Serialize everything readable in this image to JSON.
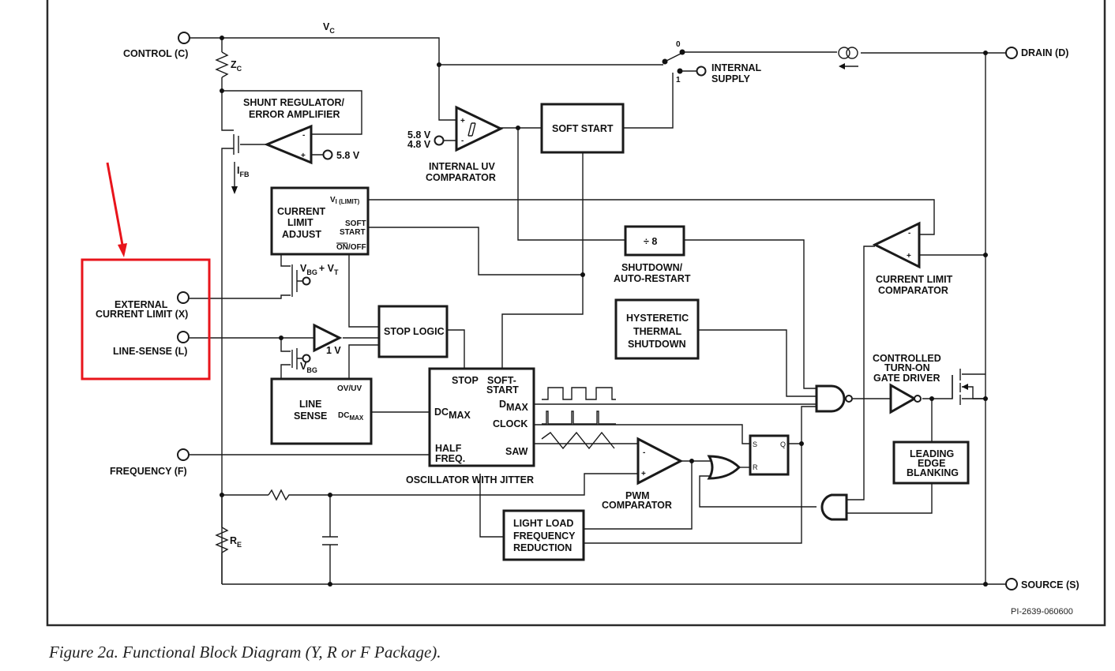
{
  "figure": {
    "caption": "Figure 2a. Functional Block Diagram (Y, R or F Package).",
    "part_number": "PI-2639-060600"
  },
  "pins": {
    "control": "CONTROL (C)",
    "drain": "DRAIN (D)",
    "source": "SOURCE (S)",
    "external_current_limit": "EXTERNAL",
    "external_current_limit_2": "CURRENT LIMIT (X)",
    "line_sense": "LINE-SENSE (L)",
    "frequency": "FREQUENCY (F)"
  },
  "nets": {
    "vc": "V",
    "vc_sub": "C",
    "zc": "Z",
    "zc_sub": "C",
    "ifb": "I",
    "ifb_sub": "FB",
    "re": "R",
    "re_sub": "E"
  },
  "blocks": {
    "shunt_regulator": [
      "SHUNT REGULATOR/",
      "ERROR AMPLIFIER"
    ],
    "shunt_ref": "5.8 V",
    "uv_ref_high": "5.8 V",
    "uv_ref_low": "4.8 V",
    "uv_comparator": [
      "INTERNAL UV",
      "COMPARATOR"
    ],
    "soft_start": "SOFT START",
    "internal_supply": [
      "INTERNAL",
      "SUPPLY"
    ],
    "switch_pos_0": "0",
    "switch_pos_1": "1",
    "current_limit_adjust": [
      "CURRENT",
      "LIMIT",
      "ADJUST"
    ],
    "cla_vilimit": "V",
    "cla_vilimit_sub": "I (LIMIT)",
    "cla_soft": "SOFT",
    "cla_start": "START",
    "cla_onoff": "ON/OFF",
    "vbg_vt": "V",
    "vbg_vt_sub": "BG",
    "vbg_vt_plus": "+ V",
    "vbg_vt_sub2": "T",
    "vbg": "V",
    "vbg_sub": "BG",
    "one_volt": "1 V",
    "divide8": "÷ 8",
    "shutdown_restart": [
      "SHUTDOWN/",
      "AUTO-RESTART"
    ],
    "current_limit_comparator": [
      "CURRENT LIMIT",
      "COMPARATOR"
    ],
    "stop_logic": "STOP LOGIC",
    "thermal_shutdown": [
      "HYSTERETIC",
      "THERMAL",
      "SHUTDOWN"
    ],
    "gate_driver": [
      "CONTROLLED",
      "TURN-ON",
      "GATE DRIVER"
    ],
    "line_sense": [
      "LINE",
      "SENSE"
    ],
    "ls_ovuv": "OV/UV",
    "ls_dcmax": "DC",
    "ls_dcmax_sub": "MAX",
    "osc_stop": "STOP",
    "osc_softstart": [
      "SOFT-",
      "START"
    ],
    "osc_dmax": "D",
    "osc_dmax_sub": "MAX",
    "osc_dcmax": "DC",
    "osc_dcmax_sub": "MAX",
    "osc_clock": "CLOCK",
    "osc_half": [
      "HALF",
      "FREQ."
    ],
    "osc_saw": "SAW",
    "oscillator": "OSCILLATOR WITH JITTER",
    "pwm_comparator": [
      "PWM",
      "COMPARATOR"
    ],
    "flipflop_s": "S",
    "flipflop_r": "R",
    "flipflop_q": "Q",
    "leading_edge": [
      "LEADING",
      "EDGE",
      "BLANKING"
    ],
    "light_load": [
      "LIGHT LOAD",
      "FREQUENCY",
      "REDUCTION"
    ]
  },
  "annotation": {
    "highlight_color": "#e8141b",
    "target": "EXTERNAL CURRENT LIMIT (X) and LINE-SENSE (L) pins"
  }
}
